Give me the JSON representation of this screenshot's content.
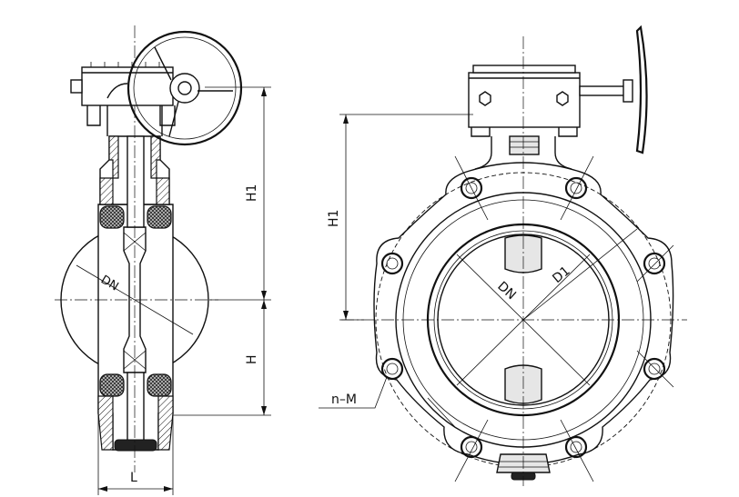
{
  "labels": {
    "dn_side": "DN",
    "h1_side": "H1",
    "h_side": "H",
    "l_side": "L",
    "h1_front": "H1",
    "dn_front": "DN",
    "d1_front": "D1",
    "nm_front": "n–M"
  }
}
